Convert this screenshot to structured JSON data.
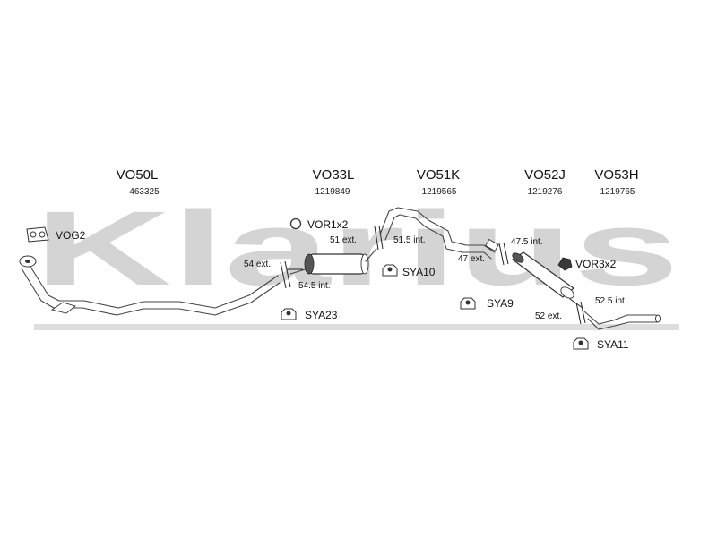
{
  "watermark": {
    "text": "Klarius"
  },
  "parts": [
    {
      "code": "VO50L",
      "number": "463325"
    },
    {
      "code": "VO33L",
      "number": "1219849"
    },
    {
      "code": "VO51K",
      "number": "1219565"
    },
    {
      "code": "VO52J",
      "number": "1219276"
    },
    {
      "code": "VO53H",
      "number": "1219765"
    }
  ],
  "accessories": {
    "vog2": "VOG2",
    "vor1x2": "VOR1x2",
    "sya10": "SYA10",
    "sya23": "SYA23",
    "sya9": "SYA9",
    "vor3x2": "VOR3x2",
    "sya11": "SYA11"
  },
  "joints": {
    "j1_ext": "54 ext.",
    "j1_int": "54.5 int.",
    "j2_ext": "51 ext.",
    "j2_int": "51.5 int.",
    "j3_ext": "47 ext.",
    "j3_int": "47.5 int.",
    "j4_ext": "52 ext.",
    "j4_int": "52.5 int."
  }
}
